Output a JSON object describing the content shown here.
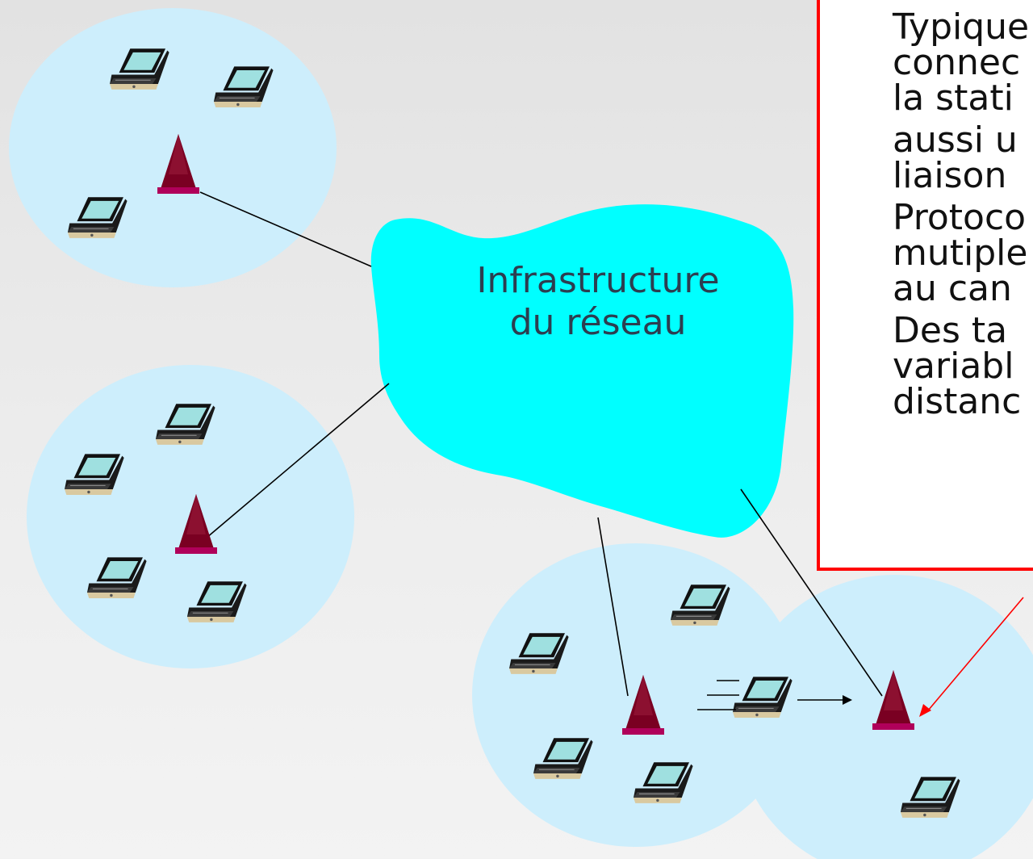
{
  "cloud": {
    "line1": "Infrastructure",
    "line2": "du réseau"
  },
  "callout": {
    "items": [
      {
        "bullet": "",
        "text": "Typique\nconnec\nla stati"
      },
      {
        "bullet": "",
        "text": "aussi u\nliaison"
      },
      {
        "bullet": "",
        "text": "Protoco\nmutiple\nau can"
      },
      {
        "bullet": "",
        "text": "Des ta\nvariabl\ndistanc"
      }
    ]
  },
  "colors": {
    "cell": "#cdeefc",
    "cloud": "#00ffff",
    "tower": "#7a0022",
    "tower_base": "#b0005a",
    "callout_border": "#ff0000",
    "bullet": "#2d2dd6"
  },
  "icons": {
    "laptop": "laptop-icon",
    "base_station": "base-station-icon",
    "motion": "motion-lines-icon"
  }
}
